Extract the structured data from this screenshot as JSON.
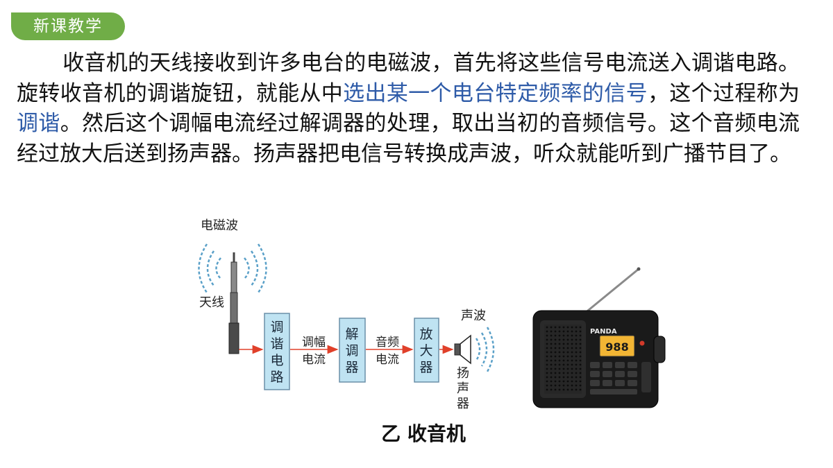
{
  "header": {
    "badge": "新课教学"
  },
  "paragraph": {
    "p1": "收音机的天线接收到许多电台的电磁波，首先将这些信号电流送入调谐电路。旋转收音机的调谐旋钮，就能从中",
    "h1": "选出某一个电台特定频率的信号",
    "p2": "，这个过程称为",
    "h2": "调谐",
    "p3": "。然后这个调幅电流经过解调器的处理，取出当初的音频信号。这个音频电流经过放大后送到扬声器。扬声器把电信号转换成声波，听众就能听到广播节目了。"
  },
  "diagram": {
    "wave_label": "电磁波",
    "antenna_label": "天线",
    "box1": [
      "调",
      "谐",
      "电",
      "路"
    ],
    "flow1": [
      "调幅",
      "电流"
    ],
    "box2": [
      "解",
      "调",
      "器"
    ],
    "flow2": [
      "音频",
      "电流"
    ],
    "box3": [
      "放",
      "大",
      "器"
    ],
    "sound_label": "声波",
    "speaker_label": [
      "扬",
      "声",
      "器"
    ]
  },
  "radio": {
    "brand": "PANDA",
    "display": "988"
  },
  "caption": "乙  收音机",
  "colors": {
    "accent_green": "#70ad47",
    "highlight_blue": "#2e5ba8",
    "box_fill": "#bfe3f2",
    "arrow_red": "#e0402a"
  }
}
